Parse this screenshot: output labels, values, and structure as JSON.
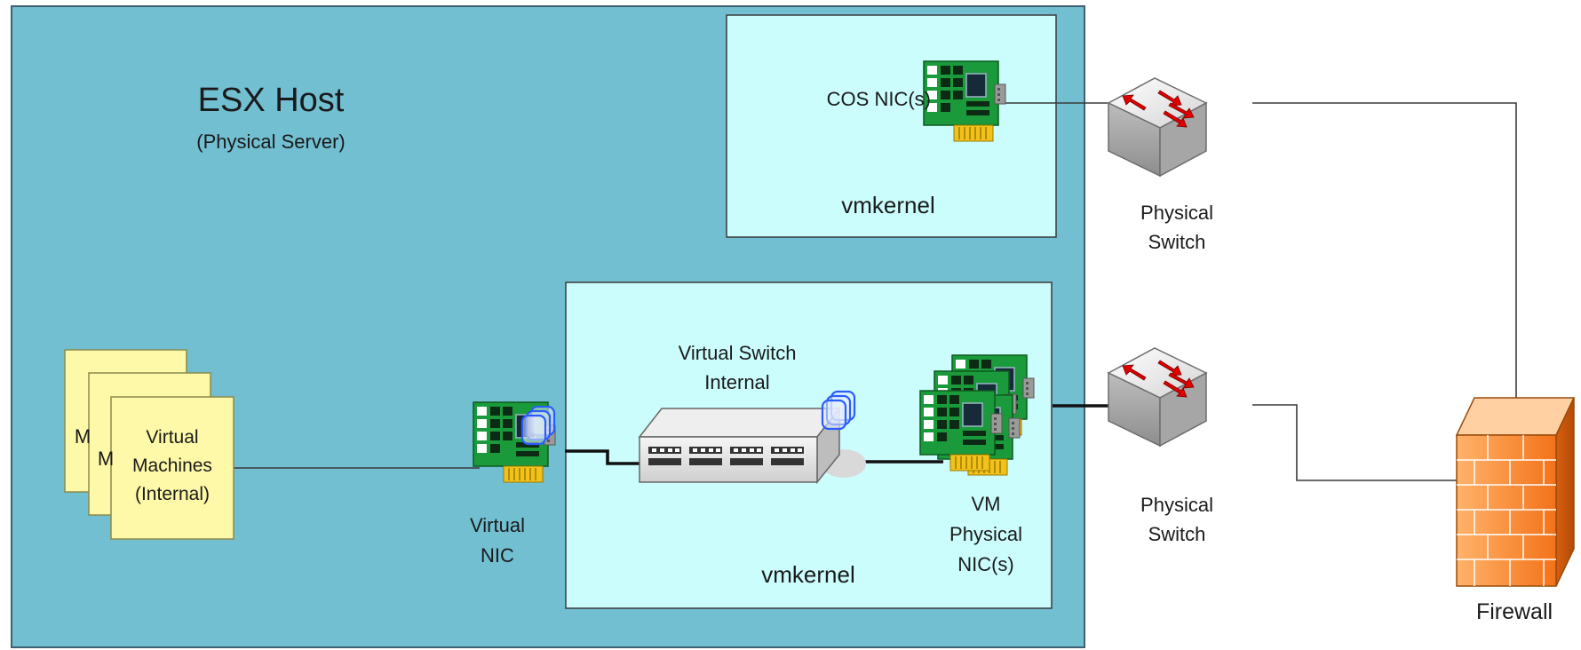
{
  "host": {
    "title": "ESX Host",
    "subtitle": "(Physical Server)"
  },
  "cos_box": {
    "nic_label": "COS NIC(s)",
    "kernel_label": "vmkernel"
  },
  "vm_box": {
    "switch_label_line1": "Virtual Switch",
    "switch_label_line2": "Internal",
    "kernel_label": "vmkernel",
    "physical_nic_line1": "VM",
    "physical_nic_line2": "Physical",
    "physical_nic_line3": "NIC(s)"
  },
  "virtual_machines": {
    "line1": "Virtual",
    "line2": "Machines",
    "line3": "(Internal)",
    "back_card_letter": "M"
  },
  "virtual_nic": {
    "line1": "Virtual",
    "line2": "NIC"
  },
  "switch_top": {
    "line1": "Physical",
    "line2": "Switch"
  },
  "switch_bottom": {
    "line1": "Physical",
    "line2": "Switch"
  },
  "firewall": {
    "label": "Firewall"
  },
  "colors": {
    "host_fill": "#72bfd2",
    "kernel_fill": "#ccfdfd",
    "vm_card_fill": "#fdf9a8",
    "nic_green": "#1a9a3a",
    "firewall_orange": "#f47a1f"
  }
}
